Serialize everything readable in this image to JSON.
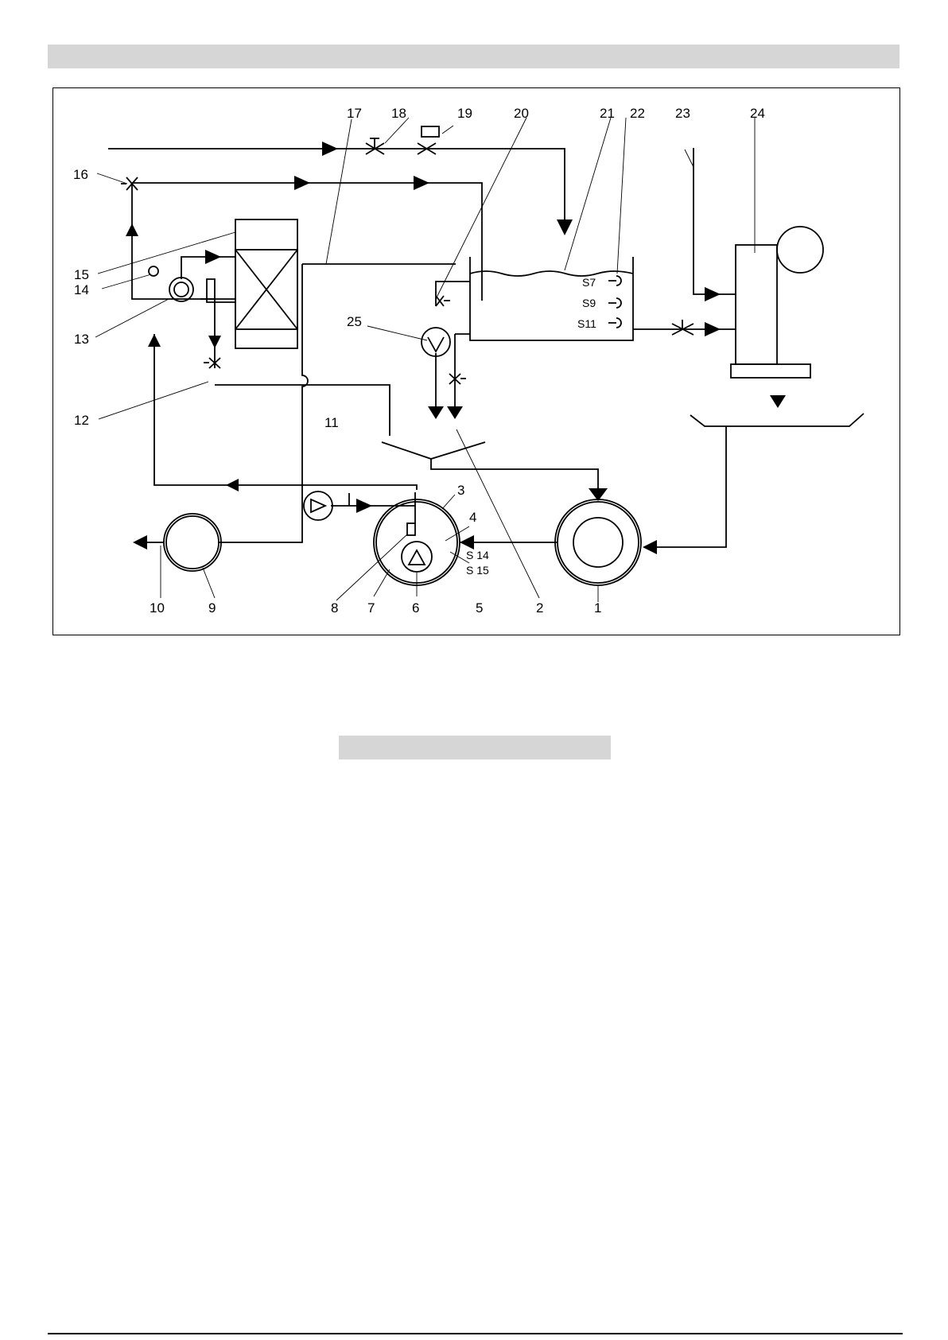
{
  "callouts": [
    "1",
    "2",
    "3",
    "4",
    "5",
    "6",
    "7",
    "8",
    "9",
    "10",
    "11",
    "12",
    "13",
    "14",
    "15",
    "16",
    "17",
    "18",
    "19",
    "20",
    "21",
    "22",
    "23",
    "24",
    "25"
  ],
  "sensors": [
    "S7",
    "S9",
    "S11",
    "S 14",
    "S 15"
  ]
}
